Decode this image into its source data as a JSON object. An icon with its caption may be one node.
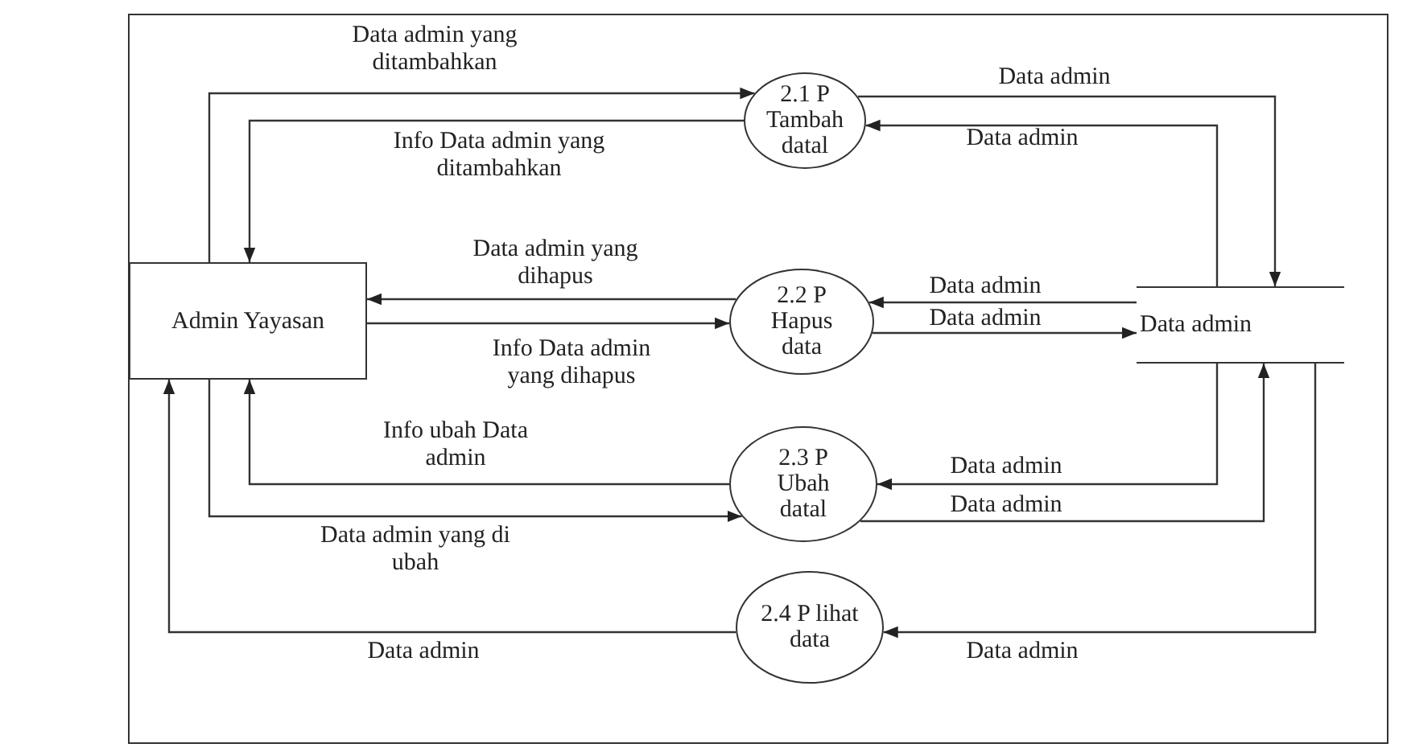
{
  "diagram": {
    "nodes": [
      {
        "text": [
          "Admin Yayasan"
        ]
      },
      {
        "text": [
          "2.1 P Tambah datal"
        ]
      },
      {
        "text": [
          "2.2 P Hapus data"
        ]
      },
      {
        "text": [
          "2.3 P Ubah datal"
        ]
      },
      {
        "text": [
          "2.4 P lihat data"
        ]
      },
      {
        "text": [
          "Data admin"
        ]
      }
    ],
    "edges": [
      {
        "from": 0,
        "to": 1,
        "arrow": "to",
        "label": "Data admin yang ditambahkan"
      },
      {
        "from": 1,
        "to": 0,
        "arrow": "to",
        "label": "Info Data admin yang ditambahkan"
      },
      {
        "from": 1,
        "to": 5,
        "arrow": "to",
        "label": "Data admin"
      },
      {
        "from": 5,
        "to": 1,
        "arrow": "to",
        "label": "Data admin"
      },
      {
        "from": 2,
        "to": 0,
        "arrow": "to",
        "label": "Data admin yang dihapus"
      },
      {
        "from": 0,
        "to": 2,
        "arrow": "to",
        "label": "Info Data admin yang dihapus"
      },
      {
        "from": 5,
        "to": 2,
        "arrow": "to",
        "label": "Data admin"
      },
      {
        "from": 2,
        "to": 5,
        "arrow": "to",
        "label": "Data admin"
      },
      {
        "from": 3,
        "to": 0,
        "arrow": "to",
        "label": "Info ubah Data admin"
      },
      {
        "from": 0,
        "to": 3,
        "arrow": "to",
        "label": "Data admin yang di ubah"
      },
      {
        "from": 5,
        "to": 3,
        "arrow": "to",
        "label": "Data admin"
      },
      {
        "from": 3,
        "to": 5,
        "arrow": "to",
        "label": "Data admin"
      },
      {
        "from": 5,
        "to": 4,
        "arrow": "to",
        "label": "Data admin"
      },
      {
        "from": 4,
        "to": 0,
        "arrow": "to",
        "label": "Data admin"
      }
    ]
  }
}
